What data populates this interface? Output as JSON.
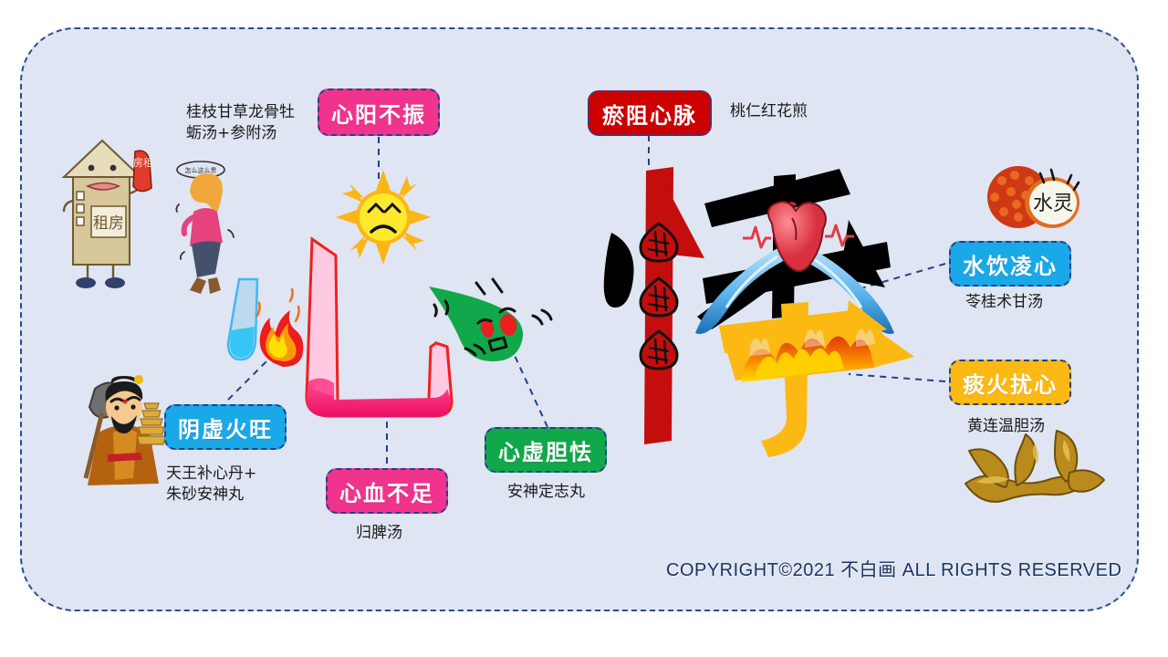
{
  "meta": {
    "frame_bg": "#dfe5f2",
    "frame_border": "#23408e",
    "page_bg": "#ffffff"
  },
  "copyright": "COPYRIGHT©2021 不白画 ALL RIGHTS RESERVED",
  "central_glyph": {
    "character": "悸",
    "heart_character": "心"
  },
  "nodes": [
    {
      "id": "xin-yang-bu-zhen",
      "label": "心阳不振",
      "color": "#f0338c",
      "prescription": "桂枝甘草龙骨牡\n蛎汤+参附汤"
    },
    {
      "id": "yu-zu-xin-mai",
      "label": "瘀阻心脉",
      "color": "#cc0000",
      "prescription": "桃仁红花煎"
    },
    {
      "id": "shui-yin-ling-xin",
      "label": "水饮凌心",
      "color": "#19a8e8",
      "prescription": "苓桂术甘汤"
    },
    {
      "id": "tan-huo-rao-xin",
      "label": "痰火扰心",
      "color": "#fcb913",
      "prescription": "黄连温胆汤"
    },
    {
      "id": "yin-xu-huo-wang",
      "label": "阴虚火旺",
      "color": "#19a8e8",
      "prescription": "天王补心丹+\n朱砂安神丸"
    },
    {
      "id": "xin-xue-bu-zu",
      "label": "心血不足",
      "color": "#f0338c",
      "prescription": "归脾汤"
    },
    {
      "id": "xin-xu-dan-qie",
      "label": "心虚胆怯",
      "color": "#10a84a",
      "prescription": "安神定志丸"
    }
  ],
  "illustrations": {
    "house_sign_text": "房租",
    "house_body_text": "租房",
    "woman_bubble_text": "怎么这么贵",
    "lychee_text": "水灵",
    "sun_mood": "sad-sun-icon",
    "emperor": "heavenly-king-icon",
    "gallbladder": "gallbladder-scared-icon",
    "herb_root": "coptis-root-icon",
    "fire": "flame-icon",
    "water_glass": "water-glass-icon",
    "heart_organ": "anatomical-heart-icon",
    "blood_clots": "blood-clot-icon"
  }
}
